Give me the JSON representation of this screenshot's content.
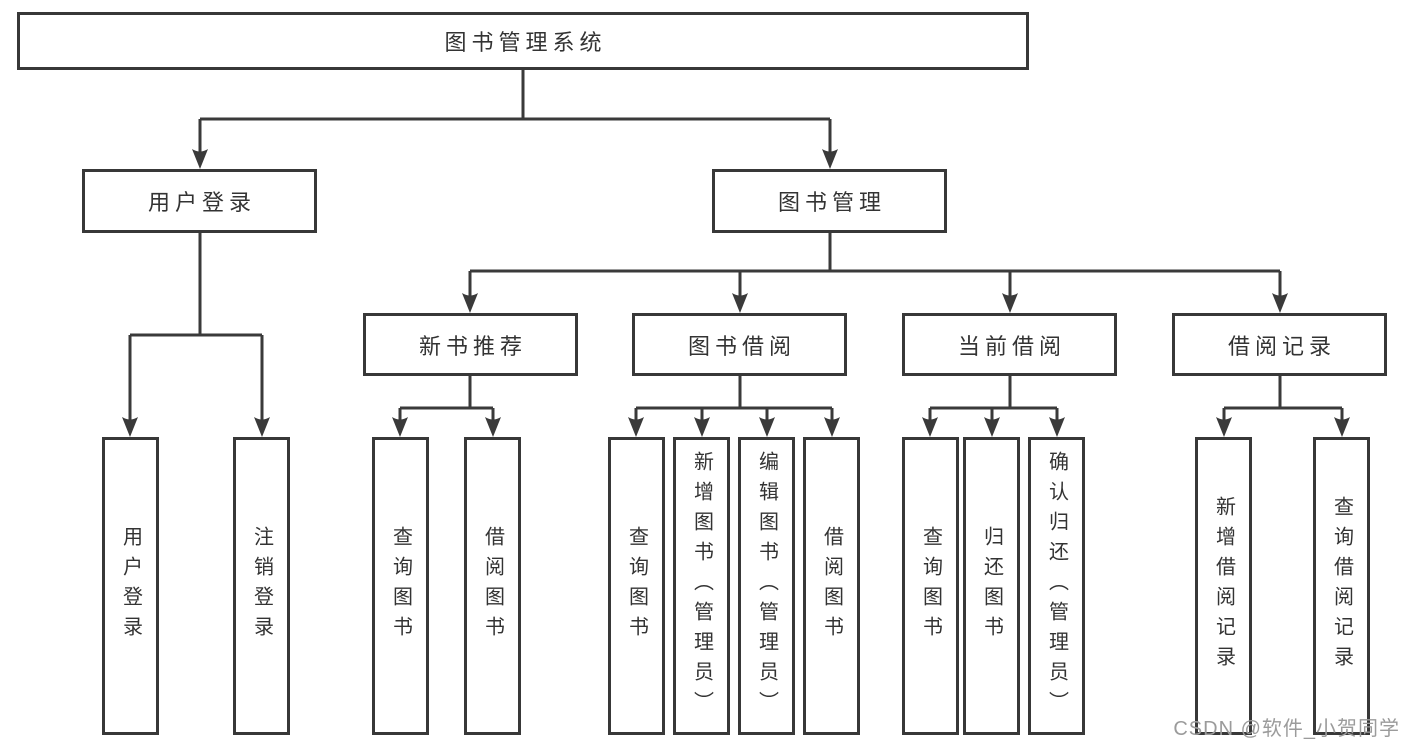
{
  "tree": {
    "label": "图书管理系统",
    "children": [
      {
        "label": "用户登录",
        "children": [
          {
            "label": "用户登录"
          },
          {
            "label": "注销登录"
          }
        ]
      },
      {
        "label": "图书管理",
        "children": [
          {
            "label": "新书推荐",
            "children": [
              {
                "label": "查询图书"
              },
              {
                "label": "借阅图书"
              }
            ]
          },
          {
            "label": "图书借阅",
            "children": [
              {
                "label": "查询图书"
              },
              {
                "label": "新增图书（管理员）"
              },
              {
                "label": "编辑图书（管理员）"
              },
              {
                "label": "借阅图书"
              }
            ]
          },
          {
            "label": "当前借阅",
            "children": [
              {
                "label": "查询图书"
              },
              {
                "label": "归还图书"
              },
              {
                "label": "确认归还（管理员）"
              }
            ]
          },
          {
            "label": "借阅记录",
            "children": [
              {
                "label": "新增借阅记录"
              },
              {
                "label": "查询借阅记录"
              }
            ]
          }
        ]
      }
    ]
  },
  "watermark": {
    "text": "CSDN @软件_小贺同学"
  },
  "colors": {
    "line": "#3a3a3a",
    "box_border": "#383838",
    "text": "#333333",
    "watermark": "#9b9b9b",
    "background": "#ffffff"
  }
}
